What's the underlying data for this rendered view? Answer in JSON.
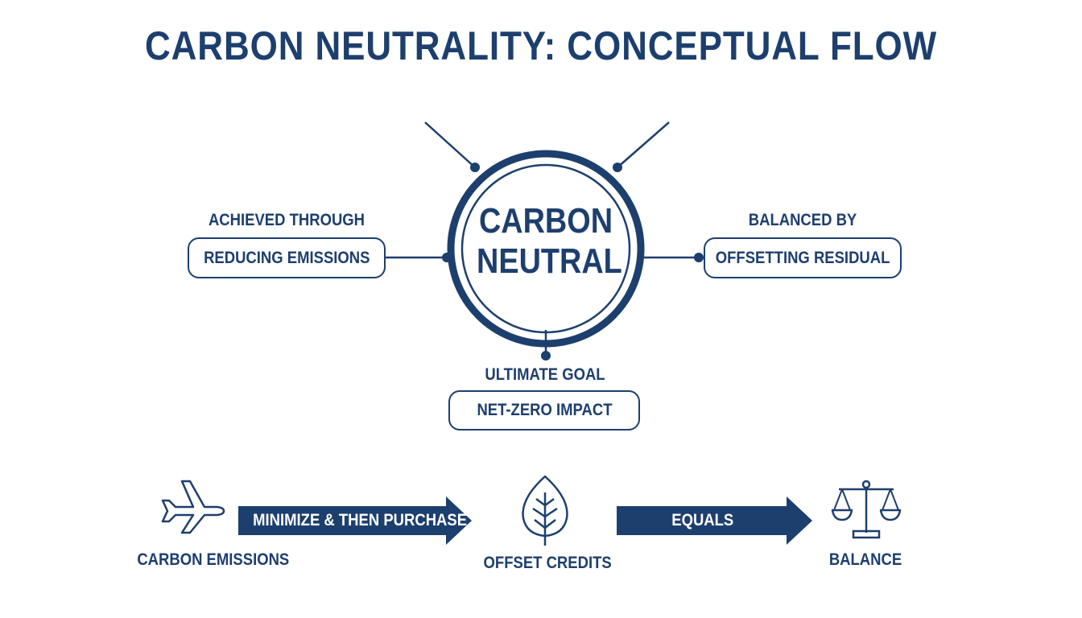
{
  "title": "CARBON NEUTRALITY: CONCEPTUAL FLOW",
  "center": {
    "line1": "CARBON",
    "line2": "NEUTRAL"
  },
  "left_node": {
    "caption": "ACHIEVED THROUGH",
    "box": "REDUCING EMISSIONS"
  },
  "right_node": {
    "caption": "BALANCED BY",
    "box": "OFFSETTING RESIDUAL"
  },
  "bottom_node": {
    "caption": "ULTIMATE GOAL",
    "box": "NET-ZERO IMPACT"
  },
  "flow": {
    "step1_label": "CARBON EMISSIONS",
    "step1_icon": "airplane-icon",
    "arrow1_label": "MINIMIZE & THEN PURCHASE",
    "step2_label": "OFFSET CREDITS",
    "step2_icon": "leaf-icon",
    "arrow2_label": "EQUALS",
    "step3_label": "BALANCE",
    "step3_icon": "scales-icon"
  },
  "colors": {
    "primary": "#1d3f6e",
    "background": "#ffffff"
  }
}
